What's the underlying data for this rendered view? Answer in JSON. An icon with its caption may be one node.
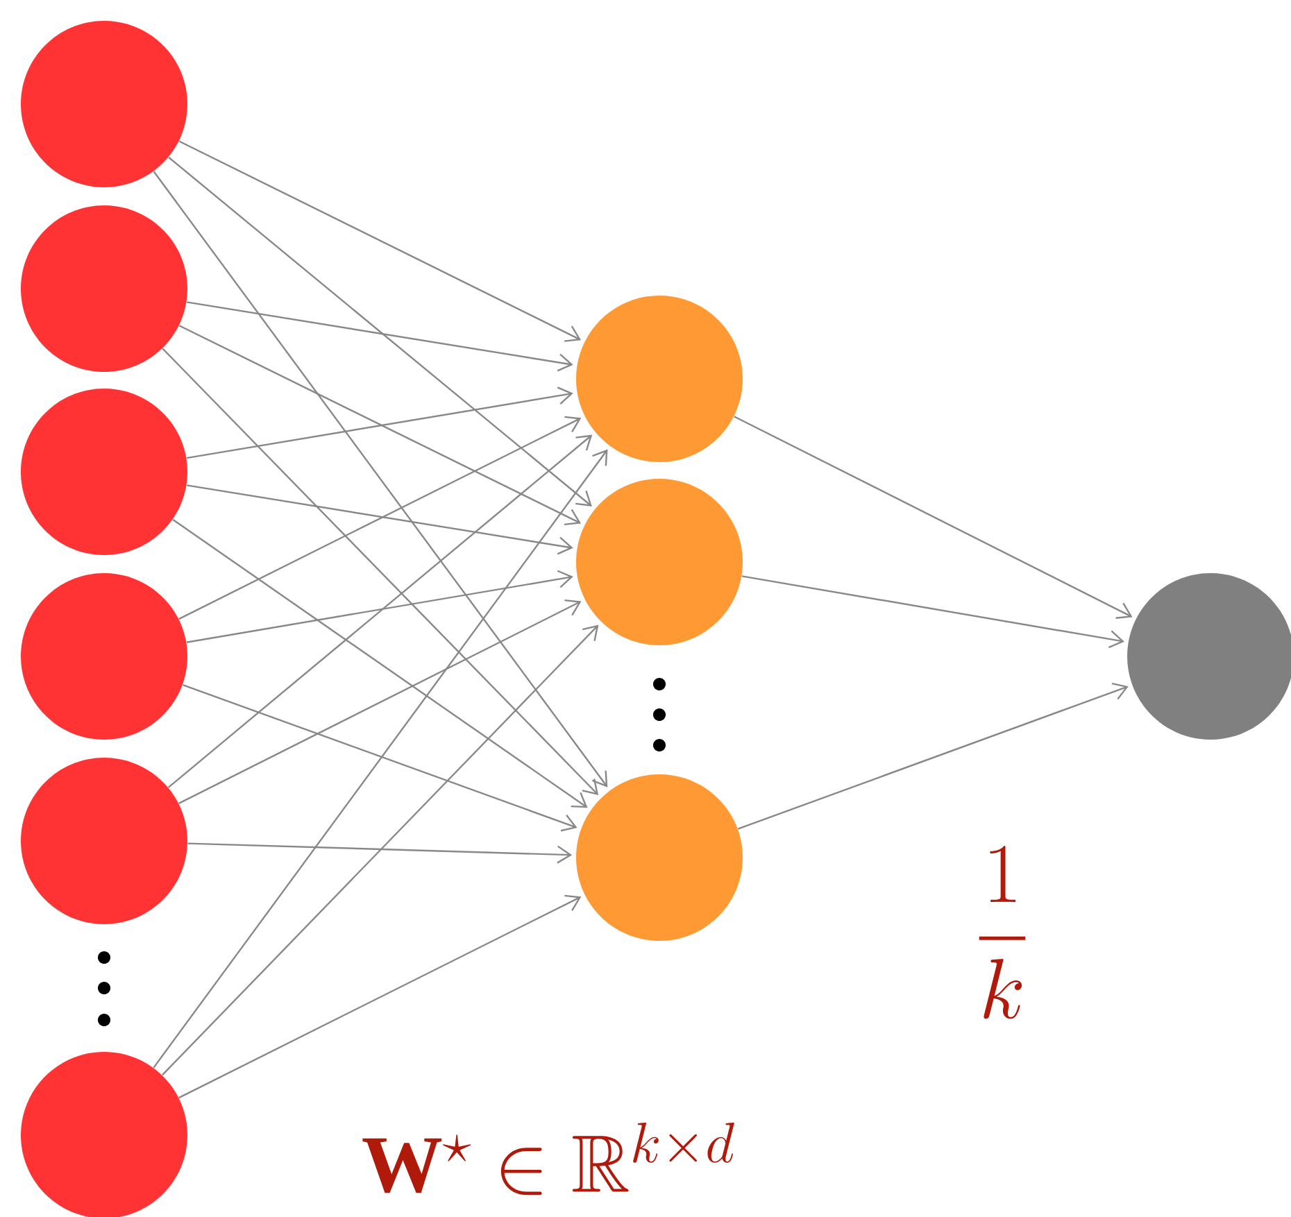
{
  "diagram": {
    "nodes": [
      {
        "text": [],
        "shape": "circle"
      },
      {
        "text": [],
        "shape": "circle"
      },
      {
        "text": [],
        "shape": "circle"
      },
      {
        "text": [],
        "shape": "circle"
      },
      {
        "text": [],
        "shape": "circle"
      },
      {
        "text": [],
        "shape": "circle"
      },
      {
        "text": [],
        "shape": "circle"
      },
      {
        "text": [],
        "shape": "circle"
      },
      {
        "text": [],
        "shape": "circle"
      },
      {
        "text": [],
        "shape": "circle"
      }
    ],
    "edges": [
      {
        "from": 0,
        "to": 6,
        "arrow": "to"
      },
      {
        "from": 0,
        "to": 7,
        "arrow": "to"
      },
      {
        "from": 0,
        "to": 8,
        "arrow": "to"
      },
      {
        "from": 1,
        "to": 6,
        "arrow": "to"
      },
      {
        "from": 1,
        "to": 7,
        "arrow": "to"
      },
      {
        "from": 1,
        "to": 8,
        "arrow": "to"
      },
      {
        "from": 2,
        "to": 6,
        "arrow": "to"
      },
      {
        "from": 2,
        "to": 7,
        "arrow": "to"
      },
      {
        "from": 2,
        "to": 8,
        "arrow": "to"
      },
      {
        "from": 3,
        "to": 6,
        "arrow": "to"
      },
      {
        "from": 3,
        "to": 7,
        "arrow": "to"
      },
      {
        "from": 3,
        "to": 8,
        "arrow": "to"
      },
      {
        "from": 4,
        "to": 6,
        "arrow": "to"
      },
      {
        "from": 4,
        "to": 7,
        "arrow": "to"
      },
      {
        "from": 4,
        "to": 8,
        "arrow": "to"
      },
      {
        "from": 5,
        "to": 6,
        "arrow": "to"
      },
      {
        "from": 5,
        "to": 7,
        "arrow": "to"
      },
      {
        "from": 5,
        "to": 8,
        "arrow": "to"
      },
      {
        "from": 6,
        "to": 9,
        "arrow": "to"
      },
      {
        "from": 7,
        "to": 9,
        "arrow": "to"
      },
      {
        "from": 8,
        "to": 9,
        "arrow": "to"
      }
    ],
    "labels": [
      "\\frac{1}{k}",
      "\\mathbf{W}^{\\star} \\in \\mathbb{R}^{k\\times d}"
    ]
  }
}
